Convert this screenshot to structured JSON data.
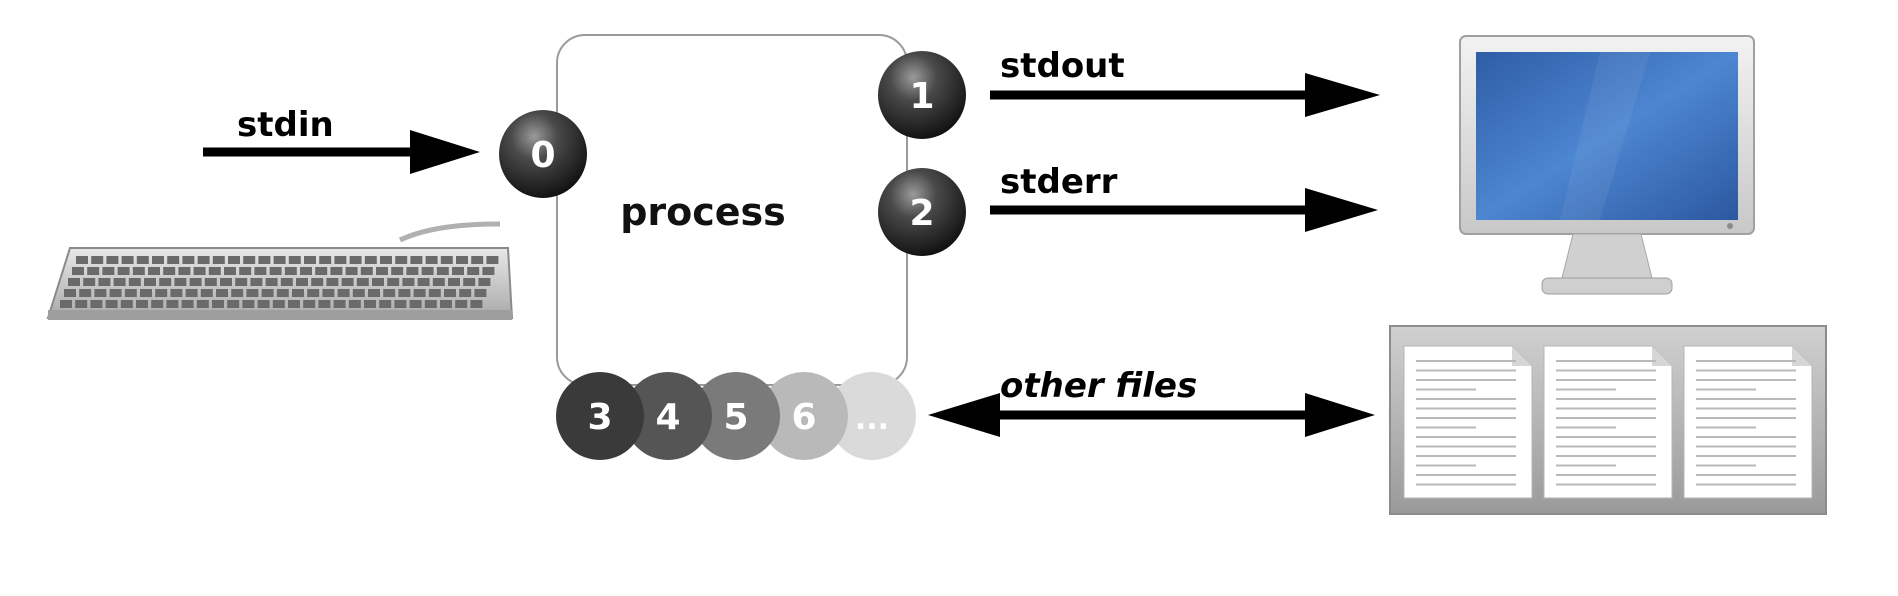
{
  "process": {
    "label": "process"
  },
  "fds": {
    "stdin": {
      "number": "0",
      "label": "stdin"
    },
    "stdout": {
      "number": "1",
      "label": "stdout"
    },
    "stderr": {
      "number": "2",
      "label": "stderr"
    },
    "others": [
      {
        "number": "3",
        "color": "#3a3a3a"
      },
      {
        "number": "4",
        "color": "#555555"
      },
      {
        "number": "5",
        "color": "#7a7a7a"
      },
      {
        "number": "6",
        "color": "#b9b9b9"
      },
      {
        "number": "...",
        "color": "#dadada"
      }
    ],
    "other_label": "other files"
  },
  "devices": {
    "keyboard": {
      "icon": "keyboard-icon"
    },
    "monitor": {
      "icon": "monitor-icon",
      "screen_color": "#3f73c0"
    },
    "files": {
      "icon": "documents-icon",
      "count": 3
    }
  }
}
